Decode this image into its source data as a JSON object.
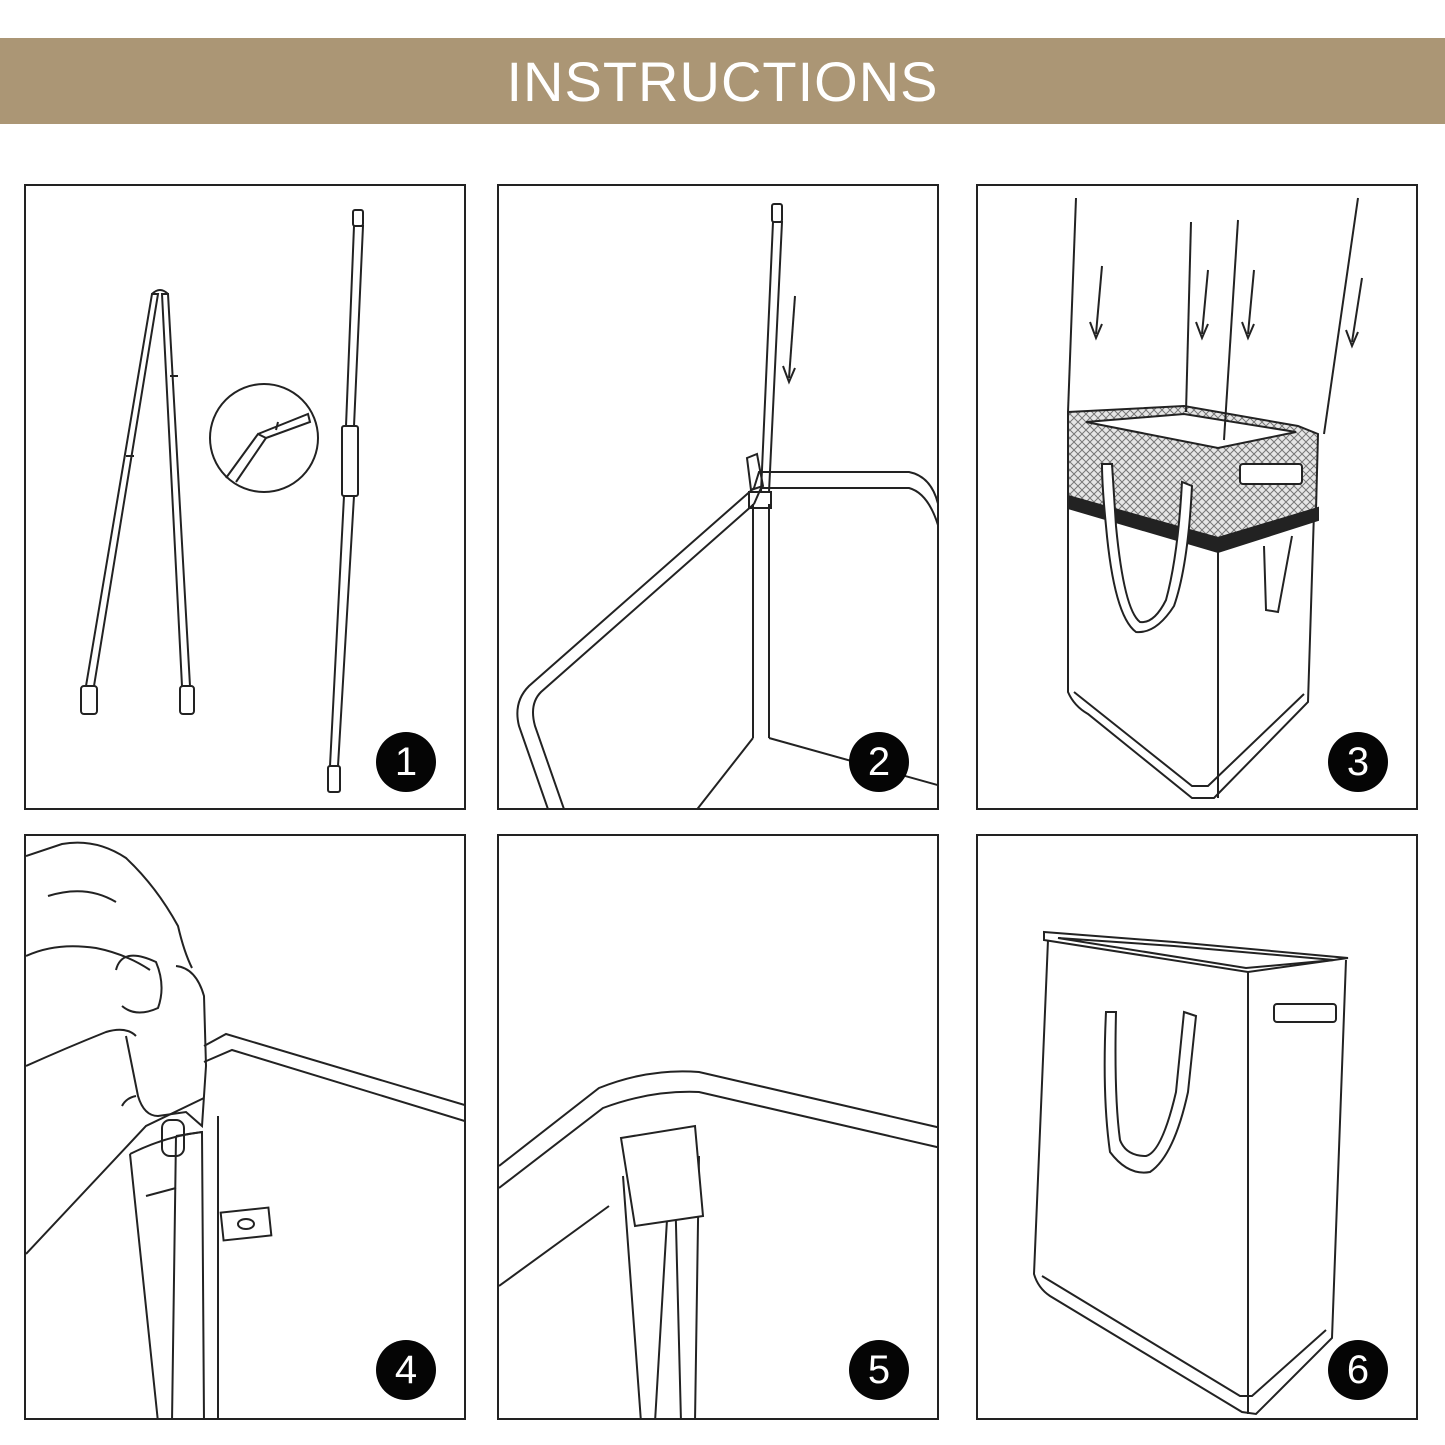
{
  "header": {
    "title": "INSTRUCTIONS"
  },
  "colors": {
    "banner": "#ab9675",
    "line": "#222222",
    "badge": "#050505"
  },
  "steps": [
    {
      "number": "1",
      "icon": "folded-pole-and-extended-pole-icon"
    },
    {
      "number": "2",
      "icon": "insert-pole-into-sleeve-icon"
    },
    {
      "number": "3",
      "icon": "insert-poles-into-corners-icon"
    },
    {
      "number": "4",
      "icon": "push-pole-into-pocket-icon"
    },
    {
      "number": "5",
      "icon": "close-flap-over-pole-icon"
    },
    {
      "number": "6",
      "icon": "assembled-hamper-icon"
    }
  ]
}
